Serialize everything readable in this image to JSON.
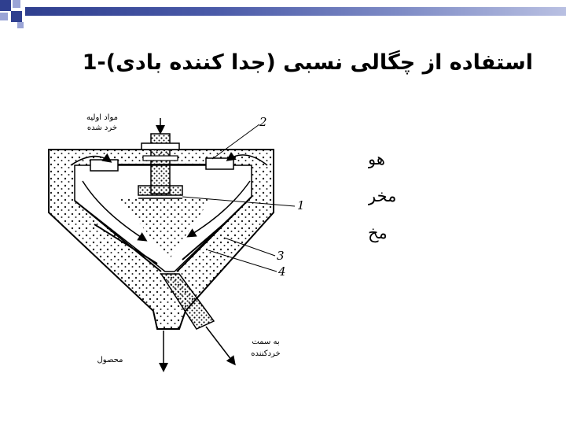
{
  "slide": {
    "title": "استفاده از چگالی نسبی (جدا کننده بادی)-1",
    "bullets": [
      "هو",
      "مخر",
      "مخ"
    ]
  },
  "diagram": {
    "labels": {
      "feed": [
        "مواد اولیه",
        "خرد شده"
      ],
      "product": "محصول",
      "to_crusher": [
        "به سمت",
        "خردکننده"
      ],
      "num_1": "1",
      "num_2": "2",
      "num_3": "3",
      "num_4": "4"
    }
  },
  "colors": {
    "accent_dark": "#2f3f8f",
    "accent_light": "#b9c0e2"
  }
}
